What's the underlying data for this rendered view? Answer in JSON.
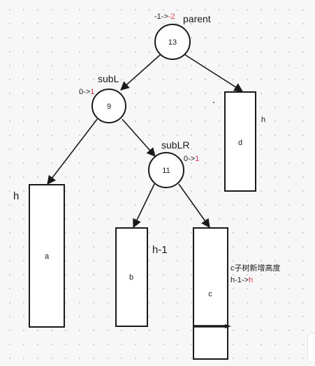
{
  "nodes": {
    "parent": {
      "value": "13",
      "name": "parent",
      "bf_old": "-1->",
      "bf_new": "-2"
    },
    "subL": {
      "value": "9",
      "name": "subL",
      "bf_old": "0->",
      "bf_new": "1"
    },
    "subLR": {
      "value": "11",
      "name": "subLR",
      "bf_old": "0->",
      "bf_new": "1"
    }
  },
  "subtrees": {
    "a": {
      "label": "a",
      "height": "h"
    },
    "b": {
      "label": "b",
      "height": "h-1"
    },
    "c": {
      "label": "c"
    },
    "d": {
      "label": "d",
      "height": "h"
    }
  },
  "annotation": {
    "line1": "c子树新增高度",
    "line2_prefix": "h-1->",
    "line2_highlight": "h"
  },
  "colors": {
    "stroke": "#1a1a1a",
    "highlight": "#e8364c",
    "background": "#f7f7f7"
  }
}
